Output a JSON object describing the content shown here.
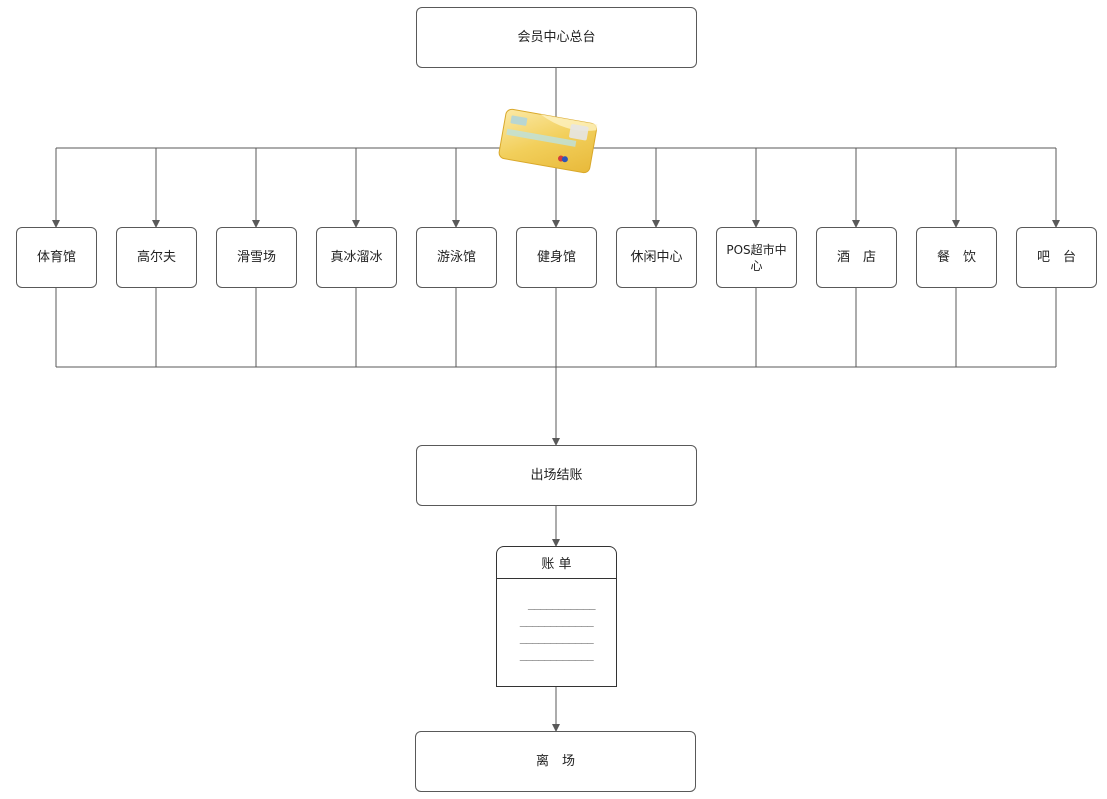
{
  "top_node": "会员中心总台",
  "venues": [
    "体育馆",
    "高尔夫",
    "滑雪场",
    "真冰溜冰",
    "游泳馆",
    "健身馆",
    "休闲中心",
    "POS超市中心",
    "酒　店",
    "餐　饮",
    "吧　台"
  ],
  "checkout": "出场结账",
  "bill": {
    "title": "账 单",
    "lines": [
      "___________",
      "____________",
      "____________",
      "____________"
    ]
  },
  "exit": "离　场",
  "icons": {
    "card": "membership-card-icon"
  },
  "colors": {
    "line": "#595959",
    "card_gold": "#f2cf5b",
    "card_light": "#fbe9a6"
  }
}
